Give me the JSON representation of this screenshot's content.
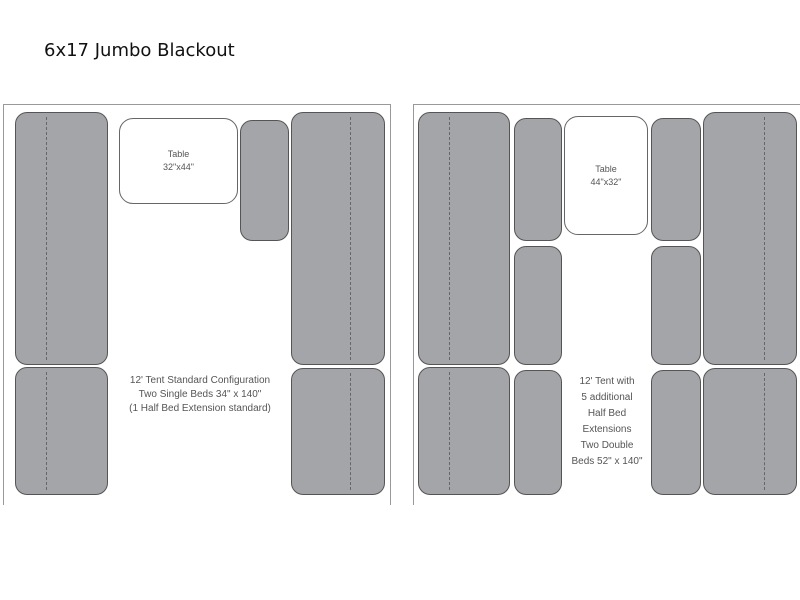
{
  "title": "6x17 Jumbo Blackout",
  "left_layout": {
    "table_label": "Table",
    "table_size": "32\"x44\"",
    "caption": [
      "12' Tent Standard Configuration",
      "Two Single Beds 34\" x 140\"",
      "(1 Half Bed Extension standard)"
    ]
  },
  "right_layout": {
    "table_label": "Table",
    "table_size": "44\"x32\"",
    "caption": [
      "12' Tent with",
      "5 additional",
      "Half Bed",
      "Extensions",
      "Two Double",
      "Beds 52\" x 140\""
    ]
  }
}
